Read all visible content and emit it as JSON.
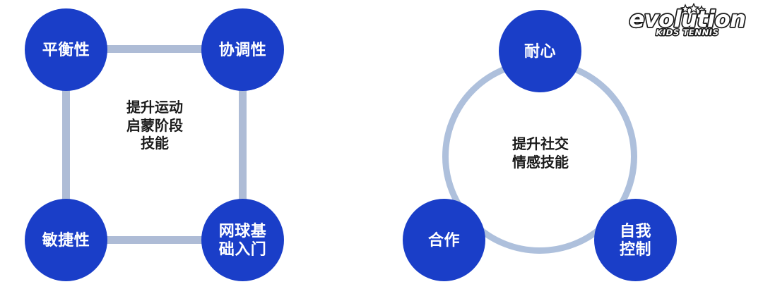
{
  "colors": {
    "node_blue": "#1a3ec8",
    "connector_gray_blue": "#aebcd6",
    "ring_blue": "#aec0dc",
    "center_text": "#1b1b1b",
    "background": "#ffffff",
    "logo_outline": "#1a1a1a"
  },
  "left_diagram": {
    "name": "motor-skills-square-diagram",
    "center_text": "提升运动\n启蒙阶段\n技能",
    "nodes": [
      {
        "id": "balance",
        "label": "平衡性",
        "position": "top-left"
      },
      {
        "id": "coordination",
        "label": "协调性",
        "position": "top-right"
      },
      {
        "id": "agility",
        "label": "敏捷性",
        "position": "bottom-left"
      },
      {
        "id": "tennis-basics",
        "label": "网球基\n础入门",
        "position": "bottom-right"
      }
    ],
    "connectors": [
      {
        "id": "top",
        "from": "balance",
        "to": "coordination"
      },
      {
        "id": "left",
        "from": "balance",
        "to": "agility"
      },
      {
        "id": "right",
        "from": "coordination",
        "to": "tennis-basics"
      },
      {
        "id": "bottom",
        "from": "agility",
        "to": "tennis-basics"
      }
    ]
  },
  "right_diagram": {
    "name": "social-emotional-ring-diagram",
    "center_text": "提升社交\n情感技能",
    "nodes": [
      {
        "id": "patience",
        "label": "耐心",
        "position": "top"
      },
      {
        "id": "cooperation",
        "label": "合作",
        "position": "bottom-left"
      },
      {
        "id": "self-control",
        "label": "自我\n控制",
        "position": "bottom-right"
      }
    ]
  },
  "logo": {
    "name": "evolution-kids-tennis-logo",
    "wordmark": "evolution",
    "tagline": "KIDS TENNIS",
    "stars": 3
  }
}
